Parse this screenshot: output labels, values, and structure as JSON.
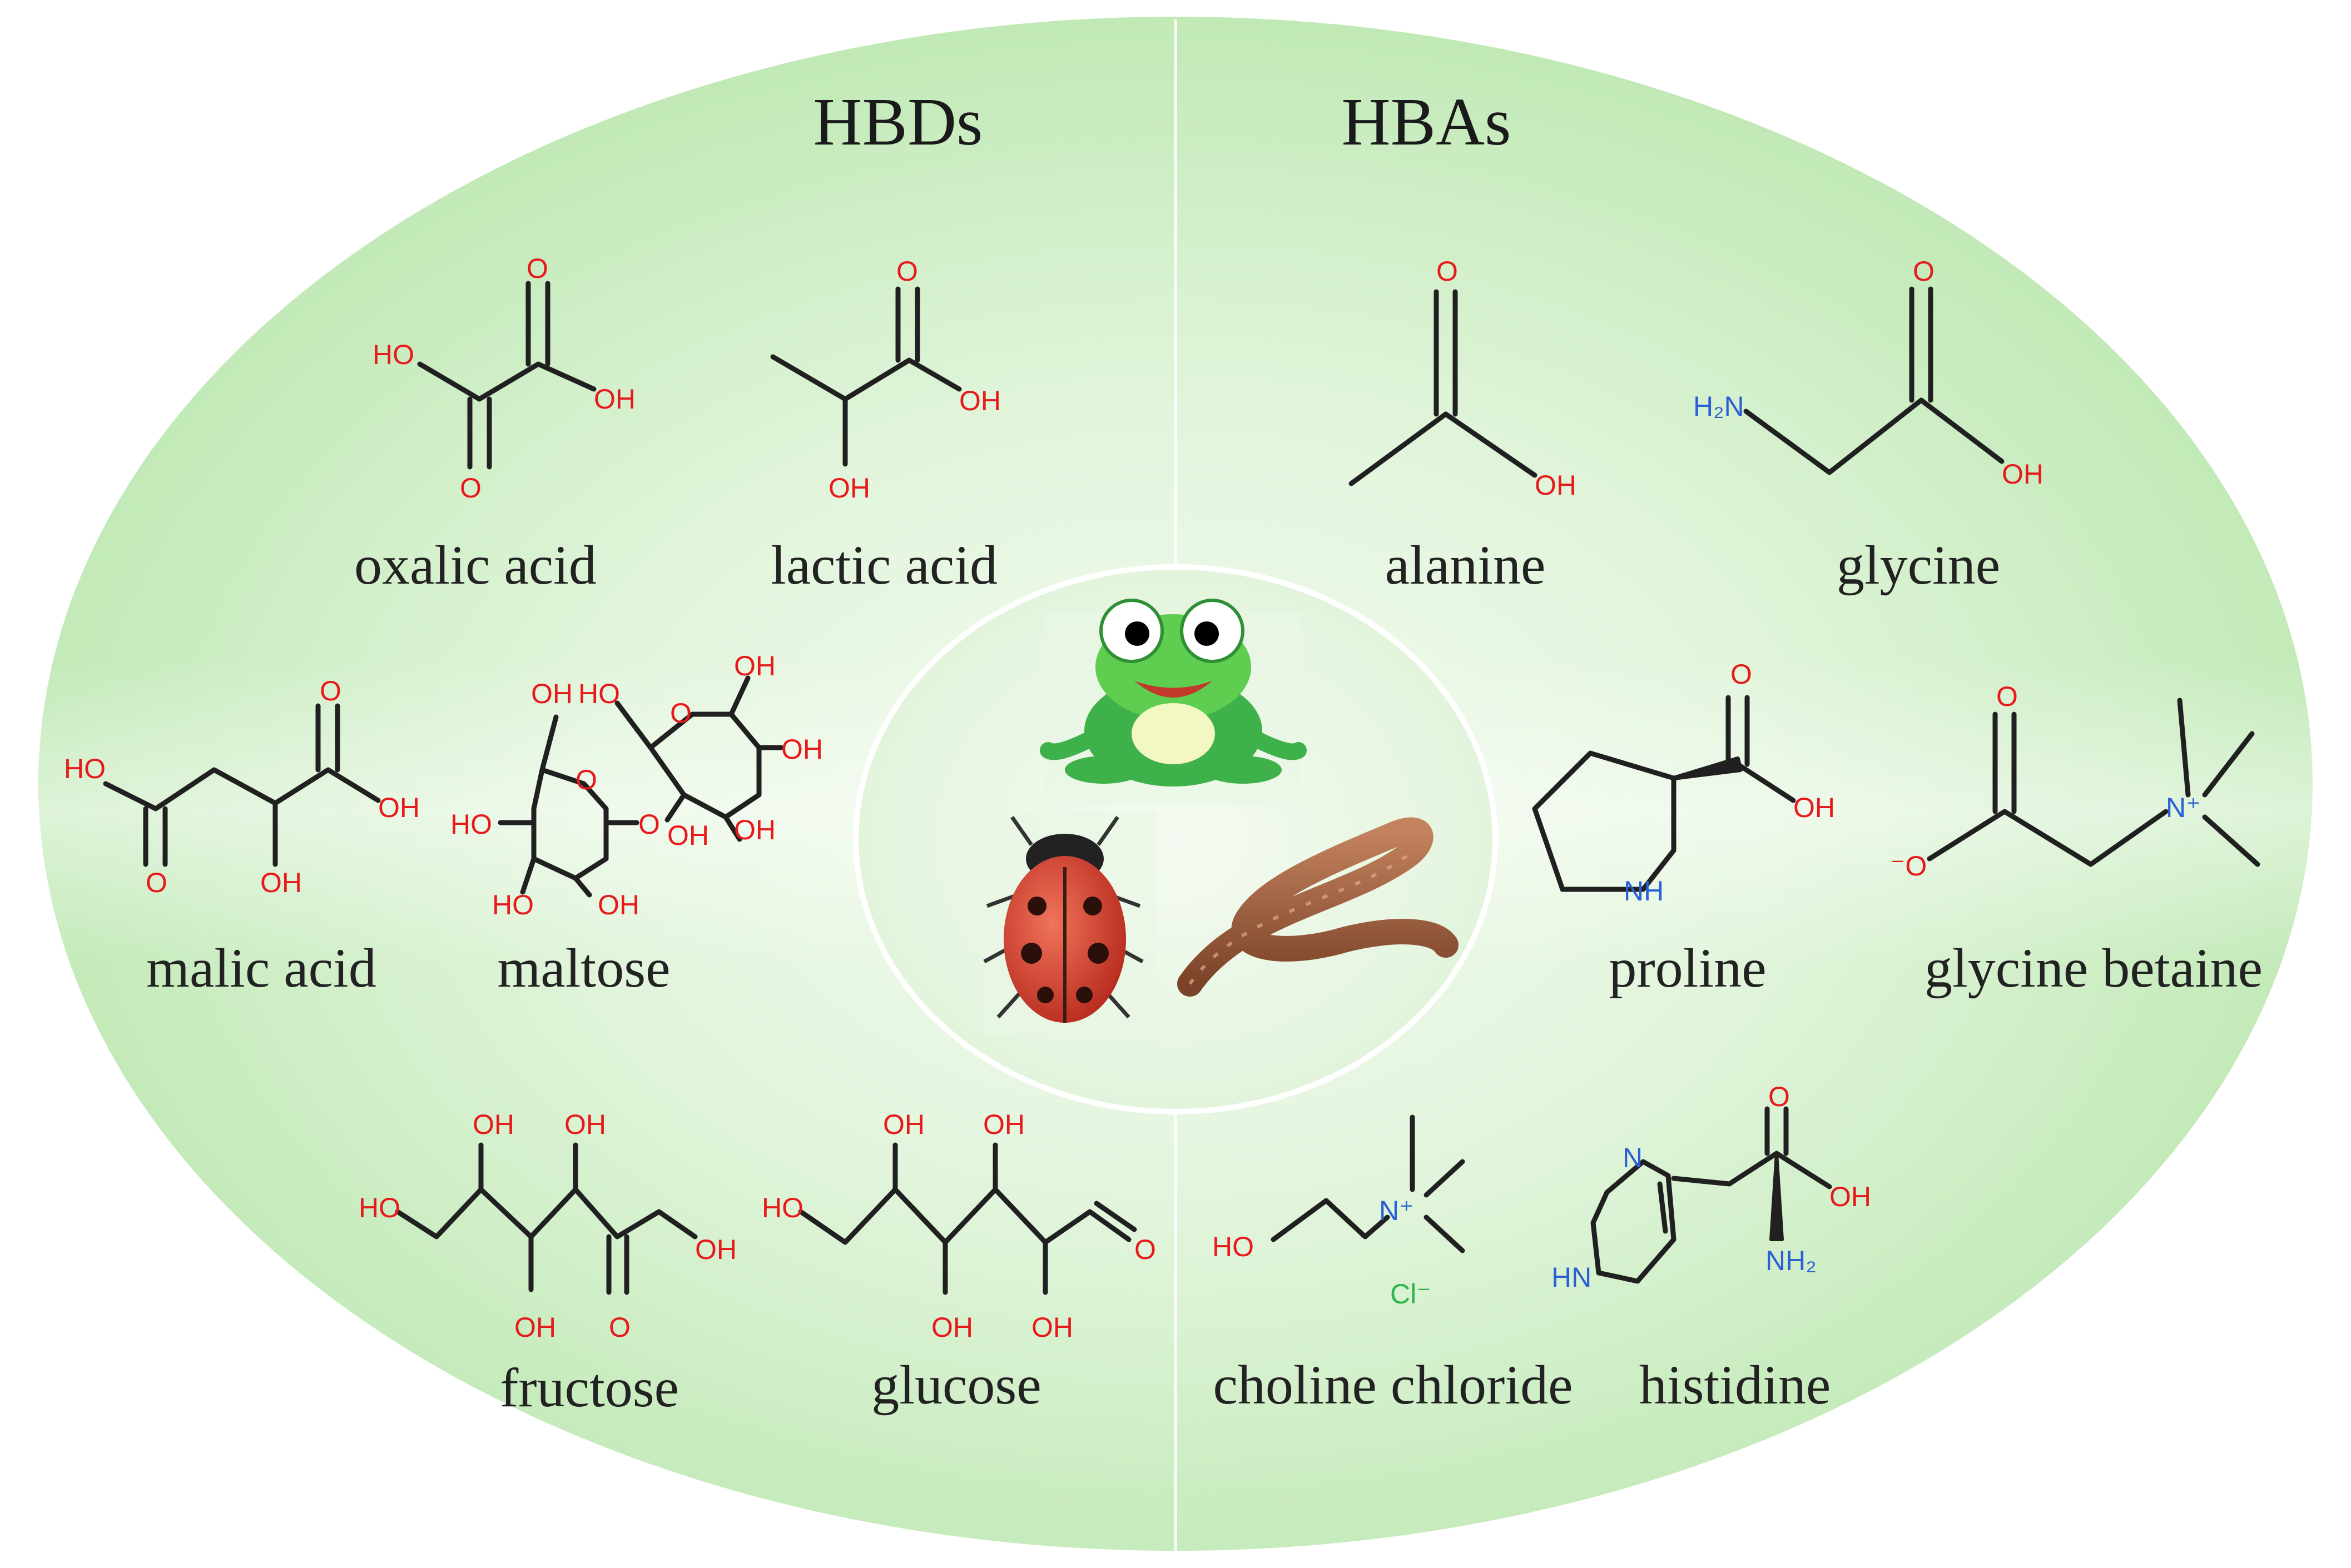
{
  "headers": {
    "hbd": "HBDs",
    "hba": "HBAs"
  },
  "colors": {
    "background": "#c8ecbf",
    "oxygen": "#e8191b",
    "nitrogen": "#2a5fd6",
    "chlorine": "#2bb54a",
    "bond": "#202020"
  },
  "molecules": {
    "oxalic_acid": {
      "name": "oxalic acid",
      "atoms": [
        "HO",
        "O",
        "O",
        "OH"
      ]
    },
    "lactic_acid": {
      "name": "lactic acid",
      "atoms": [
        "O",
        "OH",
        "OH"
      ]
    },
    "malic_acid": {
      "name": "malic acid",
      "atoms": [
        "HO",
        "O",
        "O",
        "OH",
        "OH"
      ]
    },
    "maltose": {
      "name": "maltose",
      "atoms": [
        "OH",
        "HO",
        "O",
        "OH",
        "O",
        "HO",
        "O",
        "OH",
        "OH",
        "HO",
        "OH",
        "OH"
      ]
    },
    "fructose": {
      "name": "fructose",
      "atoms": [
        "OH",
        "OH",
        "HO",
        "OH",
        "OH",
        "O"
      ]
    },
    "glucose": {
      "name": "glucose",
      "atoms": [
        "OH",
        "OH",
        "HO",
        "O",
        "OH",
        "OH"
      ]
    },
    "alanine": {
      "name": "alanine",
      "atoms": [
        "O",
        "OH"
      ]
    },
    "glycine": {
      "name": "glycine",
      "atoms": [
        "O",
        "H₂N",
        "OH"
      ]
    },
    "proline": {
      "name": "proline",
      "atoms": [
        "O",
        "OH",
        "NH"
      ]
    },
    "glycine_betaine": {
      "name": "glycine betaine",
      "atoms": [
        "O",
        "⁻O",
        "N⁺"
      ]
    },
    "choline_chloride": {
      "name": "choline chloride",
      "atoms": [
        "N⁺",
        "HO",
        "Cl⁻"
      ]
    },
    "histidine": {
      "name": "histidine",
      "atoms": [
        "O",
        "OH",
        "N",
        "HN",
        "NH₂"
      ]
    }
  },
  "icons": [
    "frog-icon",
    "ladybug-icon",
    "earthworm-icon"
  ]
}
